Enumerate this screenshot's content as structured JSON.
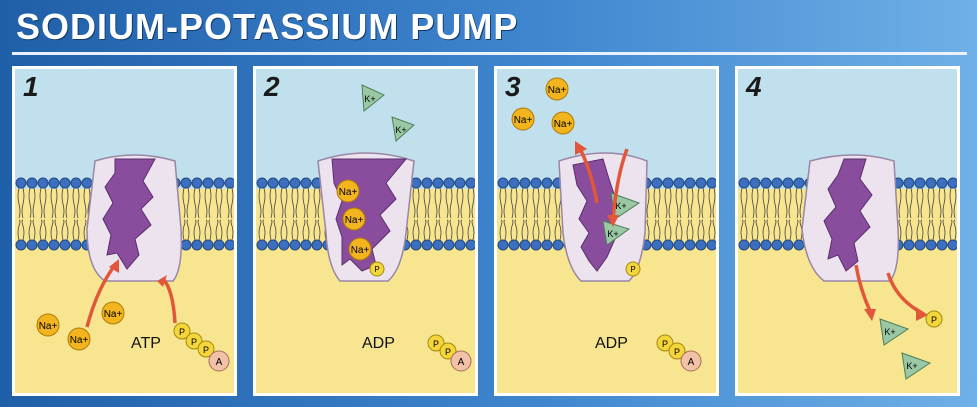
{
  "title": "SODIUM-POTASSIUM PUMP",
  "panels": [
    {
      "number": "1",
      "label": "ATP",
      "particles": {
        "sodium": "Na+",
        "phosphate": "P",
        "adenosine": "A"
      }
    },
    {
      "number": "2",
      "label": "ADP",
      "particles": {
        "sodium": "Na+",
        "potassium": "K+",
        "phosphate": "P",
        "adenosine": "A"
      }
    },
    {
      "number": "3",
      "label": "ADP",
      "particles": {
        "sodium": "Na+",
        "potassium": "K+",
        "phosphate": "P",
        "adenosine": "A"
      }
    },
    {
      "number": "4",
      "label": "",
      "particles": {
        "potassium": "K+",
        "phosphate": "P"
      }
    }
  ],
  "colors": {
    "extracellular": "#bfe0ec",
    "intracellular": "#f7e58f",
    "lipid_head": "#3d6fc1",
    "protein_outer": "#ece3ee",
    "protein_channel": "#8a4d9e",
    "sodium": "#f2b51e",
    "potassium": "#9bc8a4",
    "phosphate": "#f5d63a",
    "adenosine": "#f2c2a8",
    "arrow": "#e2563a",
    "background": "#2f74c0"
  }
}
